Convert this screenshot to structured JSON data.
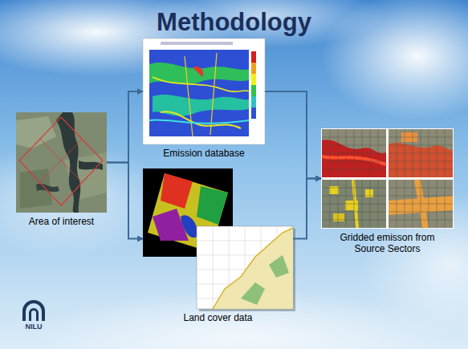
{
  "diagram": {
    "title": "Methodology",
    "nodes": [
      {
        "text": [
          "Area of interest"
        ]
      },
      {
        "text": [
          "Emission database"
        ]
      },
      {
        "text": [
          "Land cover data"
        ]
      },
      {
        "text": [
          "Gridded emisson from Source Sectors"
        ]
      }
    ],
    "edges": [
      {
        "from": 0,
        "to": 1,
        "arrow": "to"
      },
      {
        "from": 0,
        "to": 2,
        "arrow": "to"
      },
      {
        "from": 1,
        "to": 3,
        "arrow": "to"
      },
      {
        "from": 2,
        "to": 3,
        "arrow": "to"
      }
    ],
    "labels": [
      "NILU"
    ]
  }
}
